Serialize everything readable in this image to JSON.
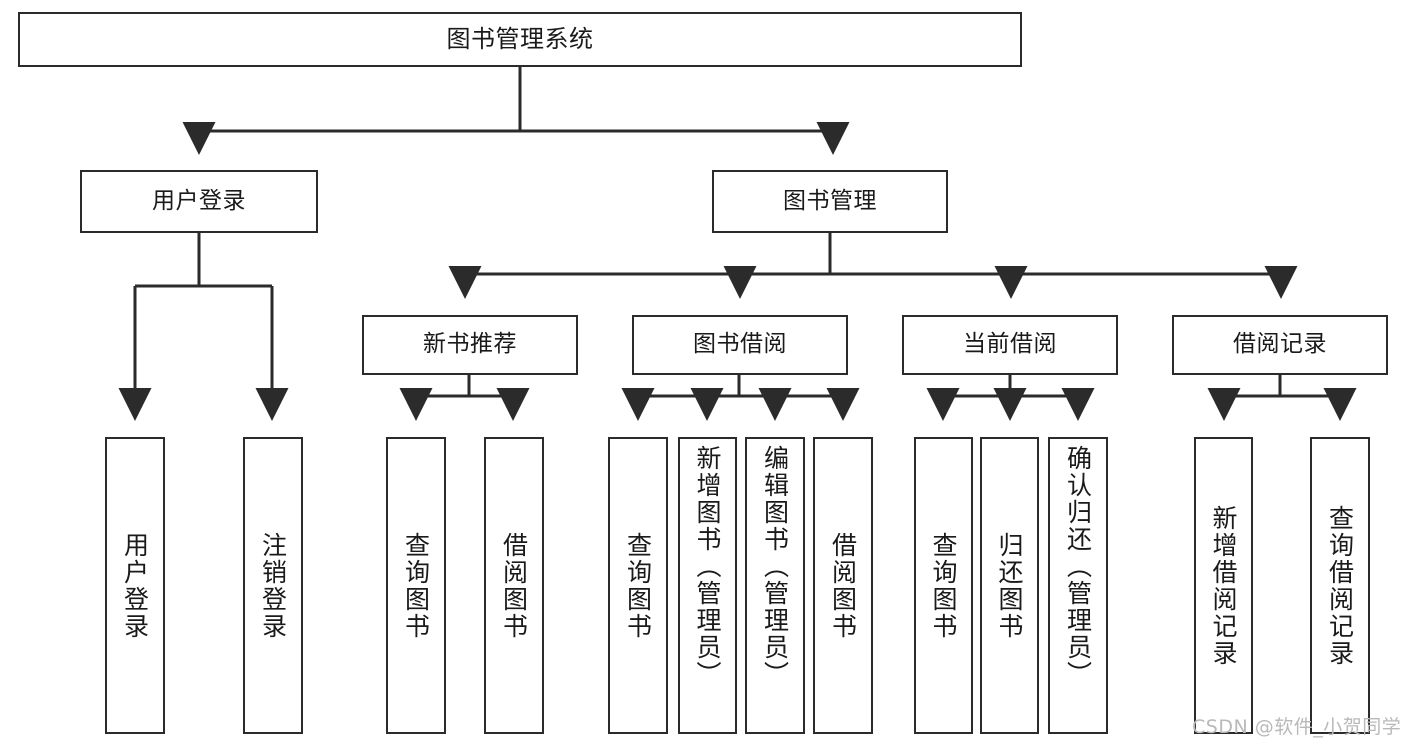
{
  "diagram": {
    "type": "tree",
    "title": "图书管理系统",
    "colors": {
      "stroke": "#2b2b2b",
      "fill": "#ffffff",
      "text": "#1a1a1a",
      "watermark": "#b9b9b9"
    },
    "nodes": {
      "root": "图书管理系统",
      "level2": {
        "user_login": "用户登录",
        "book_manage": "图书管理"
      },
      "level3": {
        "new_book_rec": "新书推荐",
        "book_borrow": "图书借阅",
        "current_borrow": "当前借阅",
        "borrow_record": "借阅记录"
      },
      "leaves": {
        "user_login_1": "用户登录",
        "user_login_2": "注销登录",
        "new_book_rec_1": "查询图书",
        "new_book_rec_2": "借阅图书",
        "book_borrow_1": "查询图书",
        "book_borrow_2": "新增图书（管理员）",
        "book_borrow_3": "编辑图书（管理员）",
        "book_borrow_4": "借阅图书",
        "current_borrow_1": "查询图书",
        "current_borrow_2": "归还图书",
        "current_borrow_3": "确认归还（管理员）",
        "borrow_record_1": "新增借阅记录",
        "borrow_record_2": "查询借阅记录"
      }
    },
    "watermark": "CSDN @软件_小贺同学"
  }
}
